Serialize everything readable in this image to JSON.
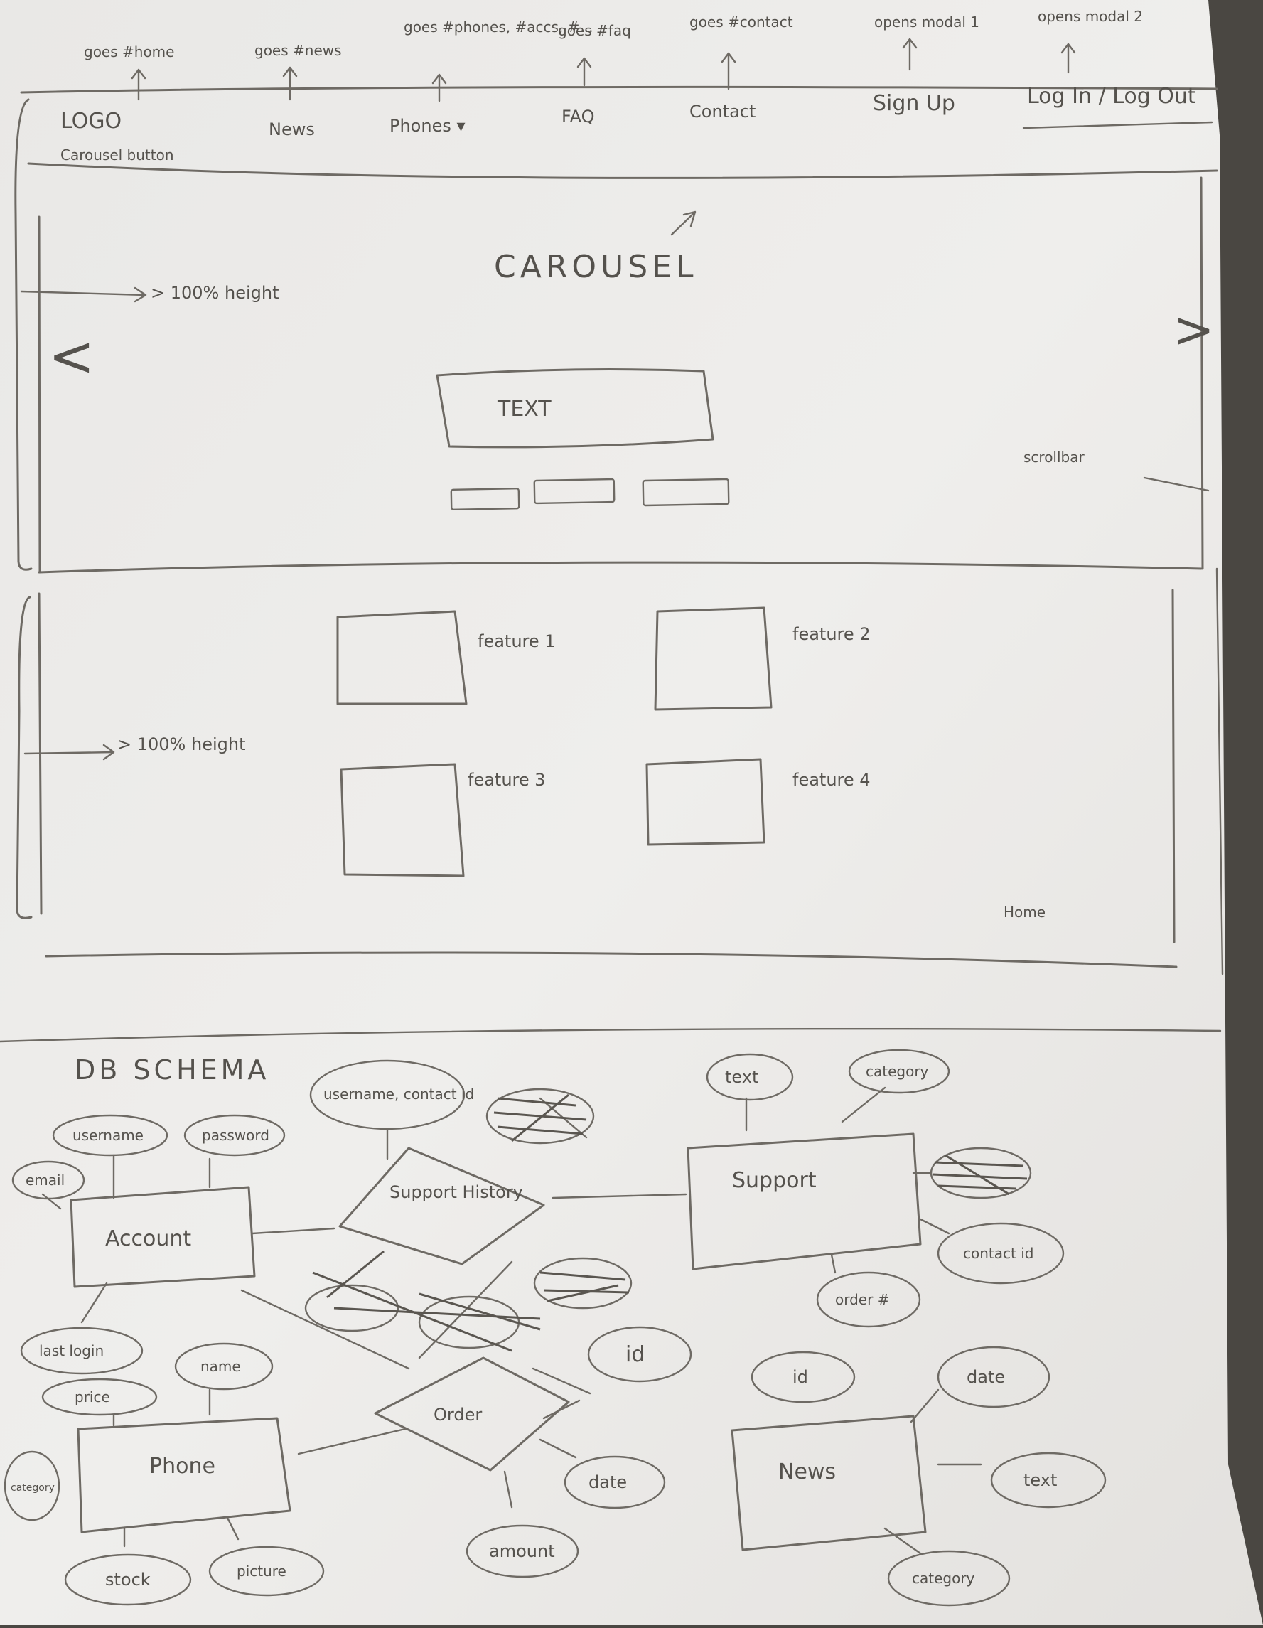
{
  "colors": {
    "paper": "#ecebe9",
    "pencil": "#6e6a64",
    "shadow": "#4a4742"
  },
  "wireframe": {
    "nav_notes": [
      "goes #home",
      "goes #news",
      "goes #phones, #accs, #...",
      "goes #faq",
      "goes #contact",
      "opens modal 1",
      "opens modal 2"
    ],
    "logo": "LOGO",
    "logo_note": "Carousel button",
    "nav_items": [
      "News",
      "Phones ▾",
      "FAQ",
      "Contact",
      "Sign Up",
      "Log In / Log Out"
    ],
    "carousel_title": "CAROUSEL",
    "carousel_height_note": "> 100% height",
    "carousel_text": "TEXT",
    "prev_arrow": "<",
    "next_arrow": ">",
    "scrollbar_note": "scrollbar",
    "features_height_note": "> 100% height",
    "features": [
      "feature 1",
      "feature 2",
      "feature 3",
      "feature 4"
    ],
    "home_note": "Home"
  },
  "schema": {
    "title": "DB SCHEMA",
    "entities": [
      "Account",
      "Support",
      "Phone",
      "News"
    ],
    "relations": [
      "Support History",
      "Order"
    ],
    "attributes": {
      "account": [
        "username",
        "password",
        "email",
        "last login"
      ],
      "support_history": [
        "username, contact id"
      ],
      "support": [
        "text",
        "category",
        "contact id",
        "order #"
      ],
      "phone": [
        "name",
        "price",
        "category",
        "stock",
        "picture"
      ],
      "order": [
        "id",
        "date",
        "amount"
      ],
      "news": [
        "id",
        "date",
        "text",
        "category"
      ]
    }
  }
}
